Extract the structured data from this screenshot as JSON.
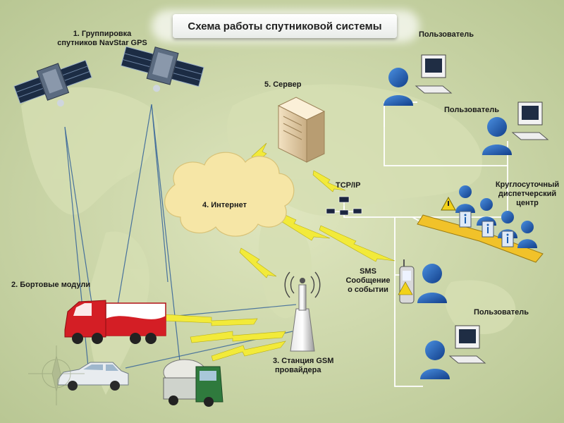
{
  "title": "Схема работы спутниковой системы",
  "labels": {
    "satellites": [
      "1. Группировка",
      "спутников NavStar GPS"
    ],
    "server": "5. Сервер",
    "internet": "4. Интернет",
    "tcpip": "TCP/IP",
    "onboard": "2. Бортовые модули",
    "gsm": [
      "3. Станция GSM",
      "провайдера"
    ],
    "sms": [
      "SMS",
      "Сообщение",
      "о событии"
    ],
    "user1": "Пользователь",
    "user2": "Пользователь",
    "user3": "Пользователь",
    "dispatch": [
      "Круглосуточный",
      "диспетчерский",
      "центр"
    ]
  },
  "colors": {
    "background": "#c9d4a4",
    "cloud": "#f6e6a6",
    "lightning": "#f2ea3a",
    "user_body": "#1d5fb0",
    "truck_red": "#d41e25",
    "wire": "#ffffff"
  },
  "icons": [
    "satellite-icon",
    "server-icon",
    "cloud-icon",
    "network-switch-icon",
    "gsm-tower-icon",
    "truck-icon",
    "car-icon",
    "mixer-truck-icon",
    "user-icon",
    "computer-icon",
    "phone-icon",
    "warning-icon",
    "info-icon",
    "compass-icon"
  ]
}
